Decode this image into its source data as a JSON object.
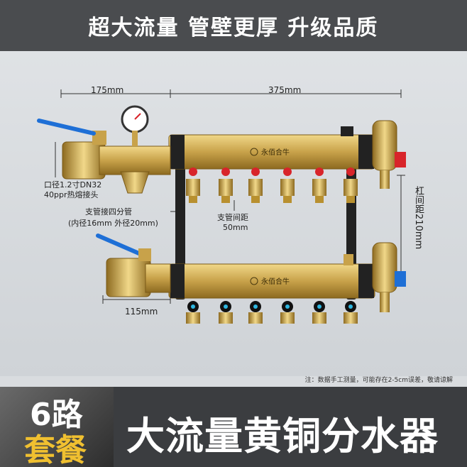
{
  "header": {
    "headline": "超大流量  管壁更厚  升级品质"
  },
  "dimensions": {
    "top_left": "175mm",
    "top_right": "375mm",
    "bottom_left": "115mm",
    "bar_spacing": "杠间距210mm"
  },
  "annotations": {
    "inlet_size": "口径1.2寸DN32",
    "inlet_fit": "40ppr热熔接头",
    "branch_title": "支管接四分管",
    "branch_sizes": "(内径16mm  外径20mm)",
    "spacing_title": "支管间距",
    "spacing_value": "50mm"
  },
  "brand": {
    "logo_text": "永佰合牛"
  },
  "note": "注：数据手工测量，可能存在2-5cm误差，敬请谅解",
  "footer": {
    "badge_line1": "6路",
    "badge_line2": "套餐",
    "title": "大流量黄铜分水器"
  },
  "colors": {
    "brass": "#c8a24a",
    "brass_dark": "#8d6a20",
    "banner": "#4a4c4f",
    "accent_yellow": "#f0c030",
    "valve_red": "#d8242a",
    "valve_blue": "#1e6fd6"
  }
}
